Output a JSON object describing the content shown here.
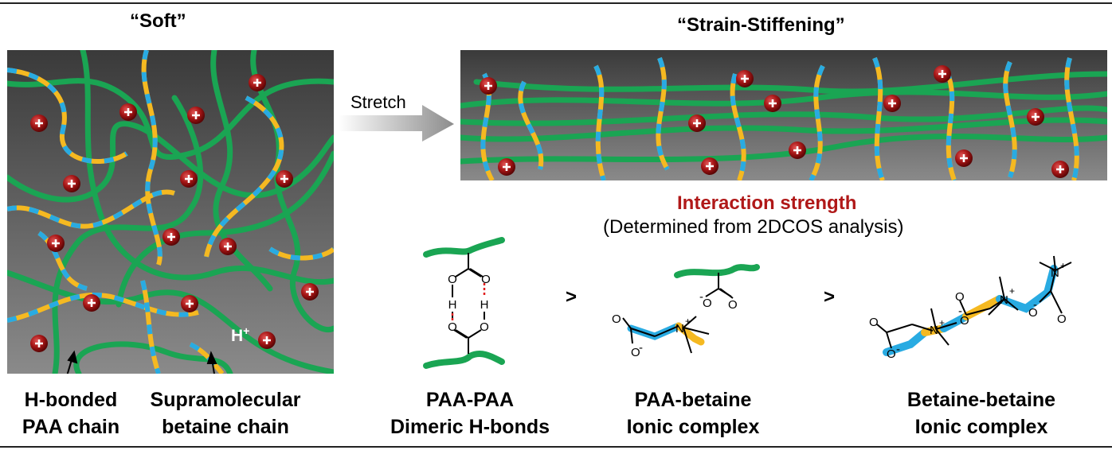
{
  "titles": {
    "soft": "“Soft”",
    "strain": "“Strain-Stiffening”"
  },
  "stretch_label": "Stretch",
  "proton_label": "H",
  "proton_sup": "+",
  "interaction": {
    "title": "Interaction strength",
    "subtitle": "(Determined from 2DCOS analysis)"
  },
  "greater_than": ">",
  "legend": {
    "paa_line1": "H-bonded",
    "paa_line2": "PAA chain",
    "betaine_line1": "Supramolecular",
    "betaine_line2": "betaine chain"
  },
  "complexes": [
    {
      "line1": "PAA-PAA",
      "line2": "Dimeric H-bonds"
    },
    {
      "line1": "PAA-betaine",
      "line2": "Ionic complex"
    },
    {
      "line1": "Betaine-betaine",
      "line2": "Ionic complex"
    }
  ],
  "atoms": {
    "O": "O",
    "H": "H",
    "N": "N",
    "plus": "+",
    "minus": "-"
  },
  "colors": {
    "paa_chain": "#1aa553",
    "betaine_yellow": "#f5b921",
    "betaine_blue": "#29abe2",
    "cation": "#b01818",
    "hbond": "#e02020",
    "interaction_title": "#b01818"
  }
}
